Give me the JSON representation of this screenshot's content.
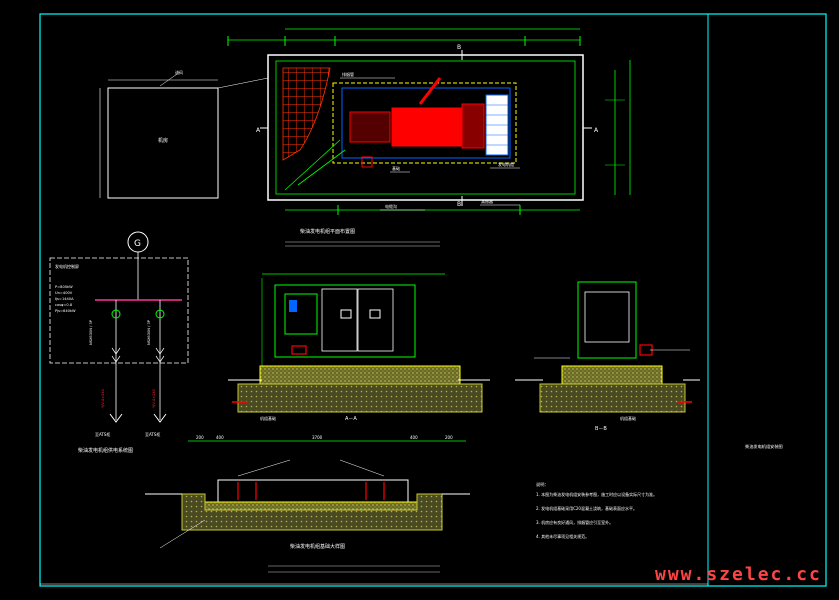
{
  "drawing": {
    "watermark": "www.szelec.cc",
    "side_title": "柴油发电机组安装图",
    "plan": {
      "title": "柴油发电机组平面布置图",
      "section_marks": [
        "A",
        "A",
        "B",
        "B"
      ],
      "room_label": "机房",
      "door_label": "进风",
      "labels": [
        "排烟管",
        "基础",
        "发电机组",
        "电缆沟",
        "减振器"
      ]
    },
    "single_line": {
      "title": "柴油发电机组供电系统图",
      "gen_symbol": "G",
      "panel_title": "发电机控制屏",
      "params": [
        "P=800kW",
        "Un=400V",
        "Ijs=1440A",
        "cosφ=0.8",
        "Pjs=640kW"
      ],
      "feeders": [
        {
          "breaker": "NSX630N / 3P",
          "cable": "YJV-4×240",
          "dest": "至ATS柜"
        },
        {
          "breaker": "NSX630N / 3P",
          "cable": "YJV-4×240",
          "dest": "至ATS柜"
        }
      ]
    },
    "section_aa": {
      "title": "A－A",
      "note": "机组基础"
    },
    "section_bb": {
      "title": "B－B",
      "note": "机组基础"
    },
    "foundation": {
      "title": "柴油发电机组基础大样图",
      "dims": [
        "200",
        "400",
        "3700",
        "400",
        "200"
      ],
      "notes": [
        "说明：",
        "1. 本图为柴油发电机组安装参考图，施工时应以设备实际尺寸为准。",
        "2. 发电机组基础采用C20混凝土浇筑，基础表面应水平。",
        "3. 机房应有良好通风，排烟管应引至室外。",
        "4. 其他未尽事项见相关规范。"
      ]
    },
    "colors": {
      "background": "#000000",
      "frame": "#00ffff",
      "outline": "#ffffff",
      "dimension": "#00ff00",
      "machine": "#ff0000",
      "mesh": "#ff3300",
      "hatch": "#ffff00",
      "foundation": "#c8c832",
      "equipment": "#0066ff",
      "text": "#ffffff",
      "watermark": "#ff4444"
    }
  }
}
